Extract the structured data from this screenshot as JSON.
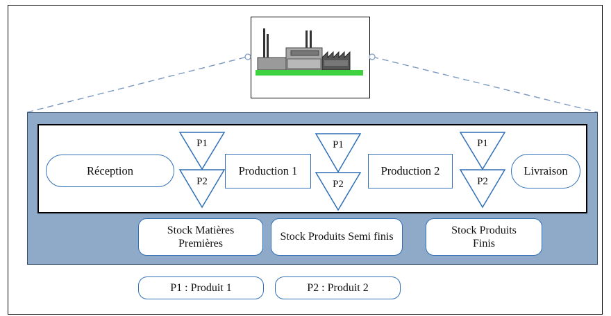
{
  "process": {
    "reception": "Réception",
    "production1": "Production 1",
    "production2": "Production 2",
    "livraison": "Livraison"
  },
  "stocks": {
    "matieres_premieres": "Stock Matières Premières",
    "produits_semi_finis": "Stock Produits Semi finis",
    "produits_finis": "Stock Produits Finis"
  },
  "triangles": {
    "p1": "P1",
    "p2": "P2"
  },
  "legend": {
    "p1": "P1 : Produit 1",
    "p2": "P2 : Produit 2"
  },
  "factory_icon": "factory-icon",
  "colors": {
    "band_fill": "#8fa9c9",
    "shape_border": "#2f6fb6",
    "factory_ground": "#3fd13f"
  }
}
